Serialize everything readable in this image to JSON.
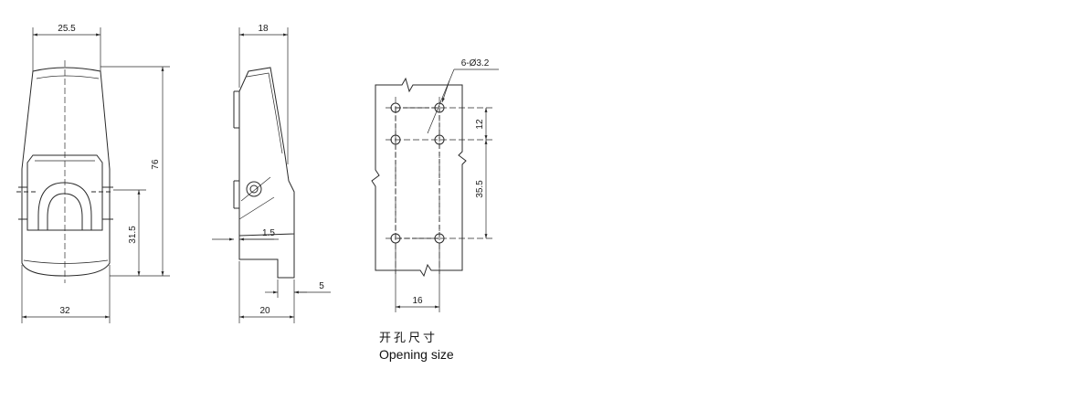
{
  "front_view": {
    "width_top": "25.5",
    "width_bottom": "32",
    "height_total": "76",
    "height_lower": "31.5"
  },
  "side_view": {
    "depth_top": "18",
    "offset": "1.5",
    "depth_bottom": "20",
    "step": "5"
  },
  "opening_view": {
    "hole_callout": "6-Ø3.2",
    "pitch_short": "12",
    "pitch_long": "35.5",
    "hole_spacing": "16"
  },
  "caption": {
    "cn": "开孔尺寸",
    "en": "Opening size"
  }
}
